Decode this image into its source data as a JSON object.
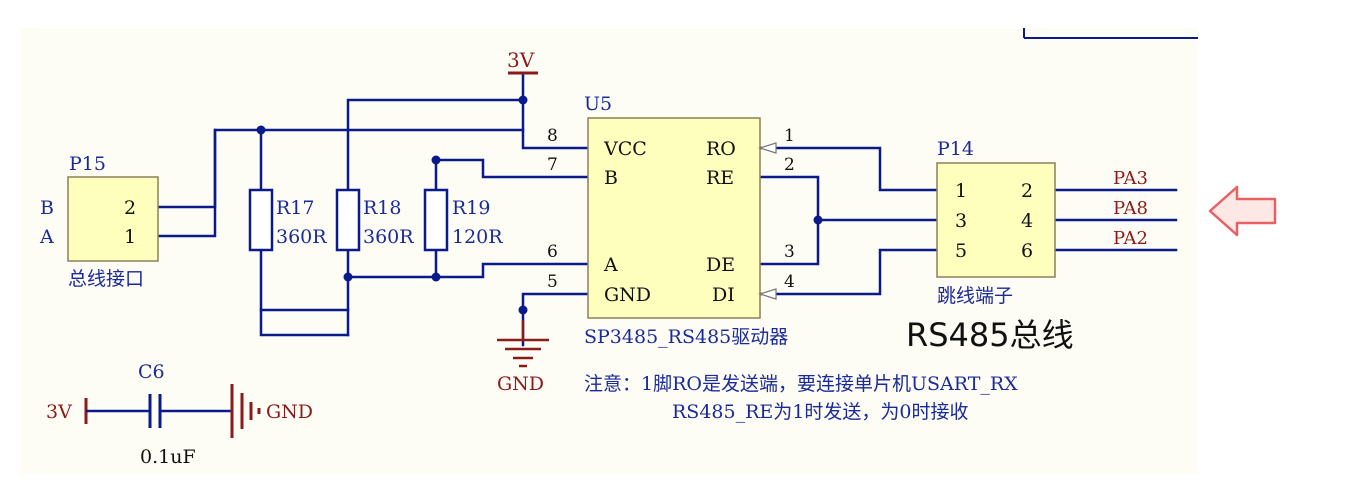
{
  "colors": {
    "background": "#fdfdf5",
    "wire": "#0b1a8a",
    "component_fill": "#ffffbd",
    "component_stroke": "#8c7f5a",
    "power_red": "#8b1a1a",
    "text_blue": "#1a2a9a",
    "arrow_red": "#e86060",
    "arrow_fill": "#fde8e6"
  },
  "power": {
    "vcc_label": "3V",
    "gnd_label": "GND"
  },
  "p15": {
    "ref": "P15",
    "net_b": "B",
    "net_a": "A",
    "pin_2": "2",
    "pin_1": "1",
    "caption": "总线接口"
  },
  "resistors": [
    {
      "ref": "R17",
      "value": "360R"
    },
    {
      "ref": "R18",
      "value": "360R"
    },
    {
      "ref": "R19",
      "value": "120R"
    }
  ],
  "u5": {
    "ref": "U5",
    "part": "SP3485_RS485驱动器",
    "pin_vcc": "VCC",
    "pin_b": "B",
    "pin_a": "A",
    "pin_gnd": "GND",
    "pin_ro": "RO",
    "pin_re": "RE",
    "pin_de": "DE",
    "pin_di": "DI",
    "num_8": "8",
    "num_7": "7",
    "num_6": "6",
    "num_5": "5",
    "num_1": "1",
    "num_2": "2",
    "num_3": "3",
    "num_4": "4"
  },
  "p14": {
    "ref": "P14",
    "pins": [
      "1",
      "2",
      "3",
      "4",
      "5",
      "6"
    ],
    "caption": "跳线端子",
    "nets": [
      "PA3",
      "PA8",
      "PA2"
    ]
  },
  "bus_title": "RS485总线",
  "note_line1": "注意：1脚RO是发送端，要连接单片机USART_RX",
  "note_line2": "RS485_RE为1时发送，为0时接收",
  "c6": {
    "ref": "C6",
    "value": "0.1uF",
    "left_label": "3V",
    "right_label": "GND"
  }
}
